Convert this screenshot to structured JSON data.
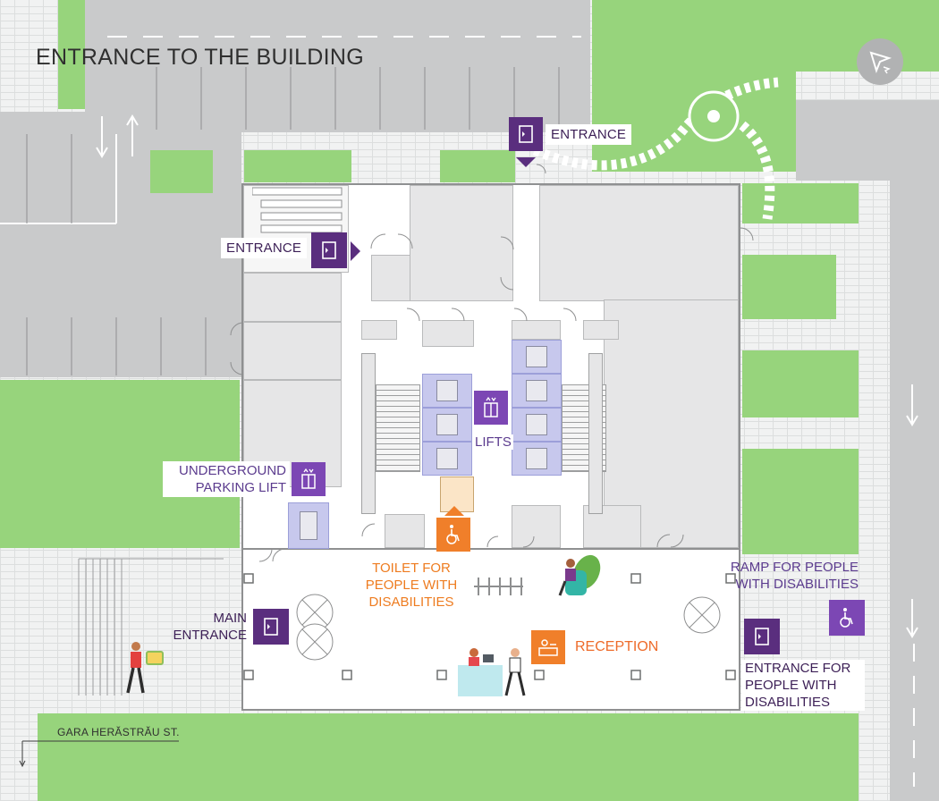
{
  "title": "ENTRANCE TO THE BUILDING",
  "street": "GARA HERĂSTRĂU ST.",
  "labels": {
    "entrance_top": "ENTRANCE",
    "entrance_left": "ENTRANCE",
    "lifts": "LIFTS",
    "underground_parking_lift": "UNDERGROUND\nPARKING LIFT",
    "toilet": "TOILET FOR\nPEOPLE WITH\nDISABILITIES",
    "main_entrance": "MAIN\nENTRANCE",
    "reception": "RECEPTION",
    "ramp": "RAMP FOR PEOPLE\nWITH DISABILITIES",
    "entrance_disabilities": "ENTRANCE FOR\nPEOPLE WITH\nDISABILITIES"
  },
  "colors": {
    "entrance_icon": "#5a2e7e",
    "lift_icon": "#7c47b4",
    "accessibility_icon": "#f07f2a",
    "grass": "#97d47c",
    "road": "#c9cacb"
  },
  "icons": {
    "door": "door-icon",
    "lift": "lift-icon",
    "wheelchair": "wheelchair-icon",
    "reception": "reception-desk-icon",
    "compass": "compass-icon"
  }
}
